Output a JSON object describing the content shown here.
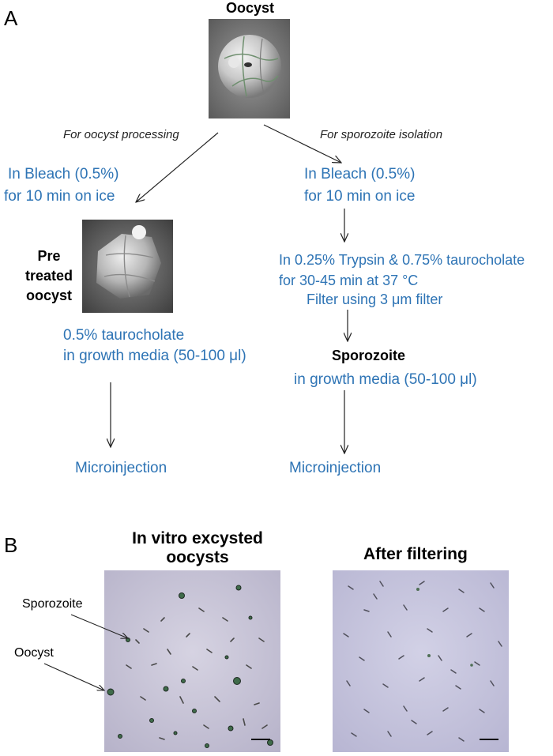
{
  "panel_a": {
    "letter": "A",
    "top_title": "Oocyst",
    "left_branch": {
      "caption": "For oocyst processing",
      "bleach_line1": "In Bleach (0.5%)",
      "bleach_line2": "for 10 min on ice",
      "pretreated_label_1": "Pre",
      "pretreated_label_2": "treated",
      "pretreated_label_3": "oocyst",
      "medium_line1": "0.5% taurocholate",
      "medium_line2": "in growth media (50-100 μl)",
      "final": "Microinjection"
    },
    "right_branch": {
      "caption": "For sporozoite isolation",
      "bleach_line1": "In Bleach (0.5%)",
      "bleach_line2": "for 10 min on ice",
      "trypsin_line1": "In 0.25% Trypsin & 0.75% taurocholate",
      "trypsin_line2": "for 30-45 min at 37 °C",
      "filter_line": "Filter using 3 μm filter",
      "sporozoite_title": "Sporozoite",
      "medium_line": "in growth media (50-100 μl)",
      "final": "Microinjection"
    }
  },
  "panel_b": {
    "letter": "B",
    "left_title_line1": "In vitro excysted",
    "left_title_line2": "oocysts",
    "right_title": "After filtering",
    "label_sporozoite": "Sporozoite",
    "label_oocyst": "Oocyst"
  },
  "colors": {
    "accent_text": "#2e74b5",
    "micrograph_left": "#c3bfd6",
    "micrograph_right": "#c6c4de"
  }
}
